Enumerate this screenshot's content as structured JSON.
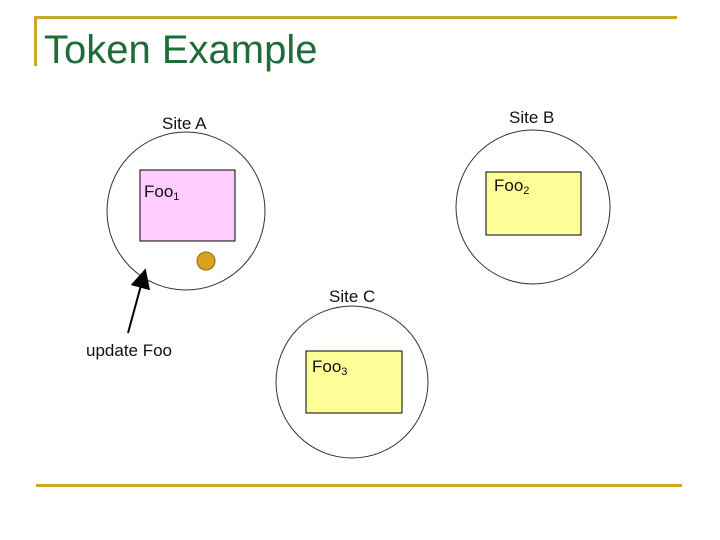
{
  "slide": {
    "title": "Token Example"
  },
  "sites": [
    {
      "label": "Site A",
      "object": {
        "name": "Foo",
        "subscript": "1",
        "fill": "#ffccff"
      }
    },
    {
      "label": "Site B",
      "object": {
        "name": "Foo",
        "subscript": "2",
        "fill": "#ffff99"
      }
    },
    {
      "label": "Site C",
      "object": {
        "name": "Foo",
        "subscript": "3",
        "fill": "#ffff99"
      }
    }
  ],
  "token": {
    "fill": "#d9a21e"
  },
  "annotation": {
    "text": "update Foo"
  },
  "colors": {
    "title": "#1f6b3a",
    "frame": "#c8a82a",
    "circle_stroke": "#333333"
  }
}
